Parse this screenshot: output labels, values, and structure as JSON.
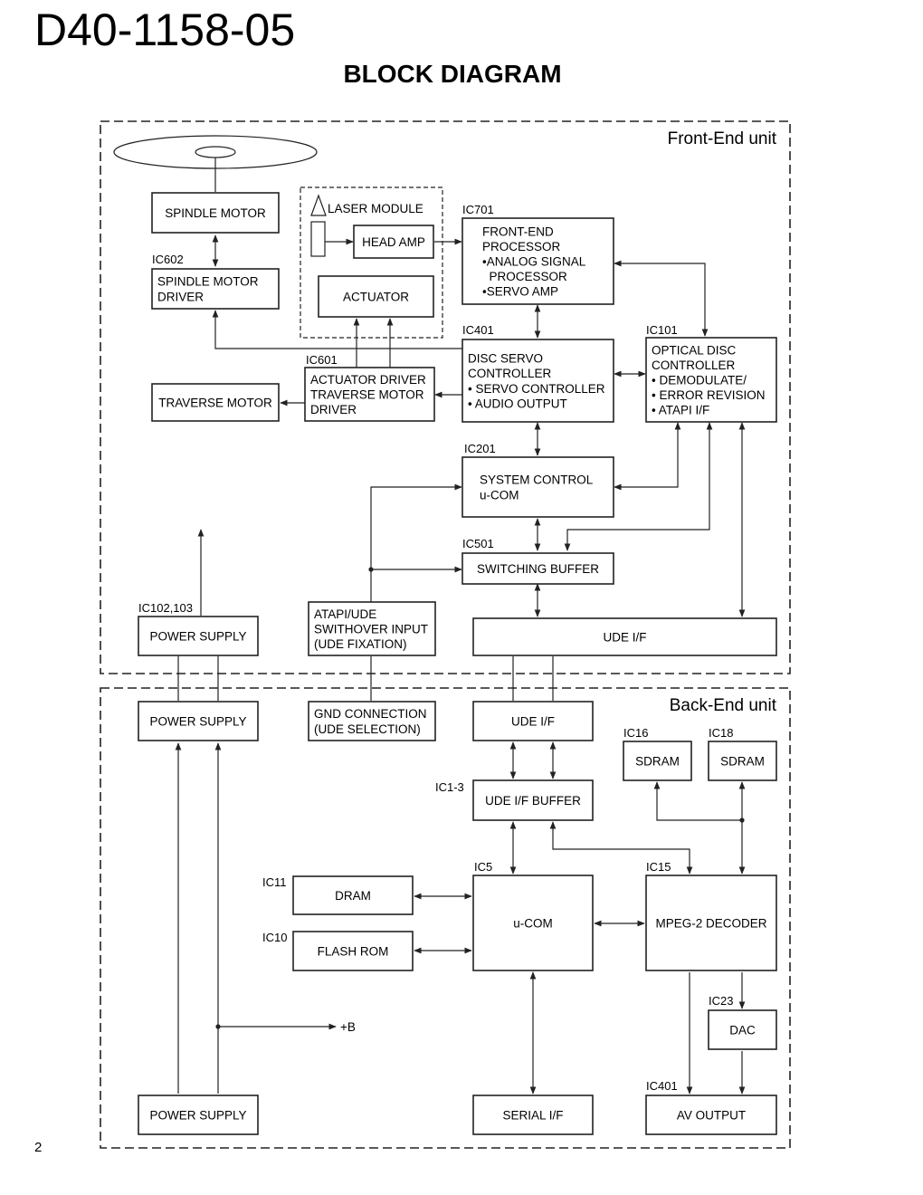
{
  "header": {
    "doc_id": "D40-1158-05",
    "title": "BLOCK DIAGRAM"
  },
  "units": {
    "front_end": "Front-End unit",
    "back_end": "Back-End unit"
  },
  "blocks": {
    "spindle_motor": [
      "SPINDLE MOTOR"
    ],
    "spindle_driver": [
      "SPINDLE MOTOR",
      "DRIVER"
    ],
    "laser_module": [
      "LASER MODULE"
    ],
    "head_amp": [
      "HEAD AMP"
    ],
    "actuator": [
      "ACTUATOR"
    ],
    "front_end_processor": [
      "FRONT-END",
      "PROCESSOR",
      "•ANALOG SIGNAL",
      "  PROCESSOR",
      "•SERVO AMP"
    ],
    "disc_servo": [
      "DISC SERVO",
      "CONTROLLER",
      "• SERVO CONTROLLER",
      "• AUDIO OUTPUT"
    ],
    "optical_disc": [
      "OPTICAL DISC",
      "CONTROLLER",
      "• DEMODULATE/",
      "• ERROR REVISION",
      "• ATAPI I/F"
    ],
    "actuator_driver": [
      "ACTUATOR DRIVER",
      "TRAVERSE MOTOR",
      "DRIVER"
    ],
    "traverse_motor": [
      "TRAVERSE MOTOR"
    ],
    "system_control": [
      "SYSTEM CONTROL",
      "u-COM"
    ],
    "switching_buffer": [
      "SWITCHING BUFFER"
    ],
    "power_supply_fe": [
      "POWER SUPPLY"
    ],
    "atapi_ude": [
      "ATAPI/UDE",
      "SWITHOVER INPUT",
      "(UDE FIXATION)"
    ],
    "ude_if_fe": [
      "UDE I/F"
    ],
    "power_supply_be": [
      "POWER SUPPLY"
    ],
    "gnd_connection": [
      "GND CONNECTION",
      "(UDE SELECTION)"
    ],
    "ude_if_be": [
      "UDE I/F"
    ],
    "sdram_16": [
      "SDRAM"
    ],
    "sdram_18": [
      "SDRAM"
    ],
    "ude_if_buffer": [
      "UDE I/F BUFFER"
    ],
    "dram": [
      "DRAM"
    ],
    "ucom": [
      "u-COM"
    ],
    "mpeg_decoder": [
      "MPEG-2 DECODER"
    ],
    "flash_rom": [
      "FLASH ROM"
    ],
    "dac": [
      "DAC"
    ],
    "power_supply_bottom": [
      "POWER SUPPLY"
    ],
    "serial_if": [
      "SERIAL I/F"
    ],
    "av_output": [
      "AV OUTPUT"
    ]
  },
  "ic_labels": {
    "ic701": "IC701",
    "ic602": "IC602",
    "ic401_fe": "IC401",
    "ic101": "IC101",
    "ic601": "IC601",
    "ic201": "IC201",
    "ic501": "IC501",
    "ic102_103": "IC102,103",
    "ic16": "IC16",
    "ic18": "IC18",
    "ic1_3": "IC1-3",
    "ic5": "IC5",
    "ic15": "IC15",
    "ic11": "IC11",
    "ic10": "IC10",
    "ic23": "IC23",
    "ic401_be": "IC401"
  },
  "signals": {
    "plus_b": "+B"
  },
  "page_number": "2"
}
